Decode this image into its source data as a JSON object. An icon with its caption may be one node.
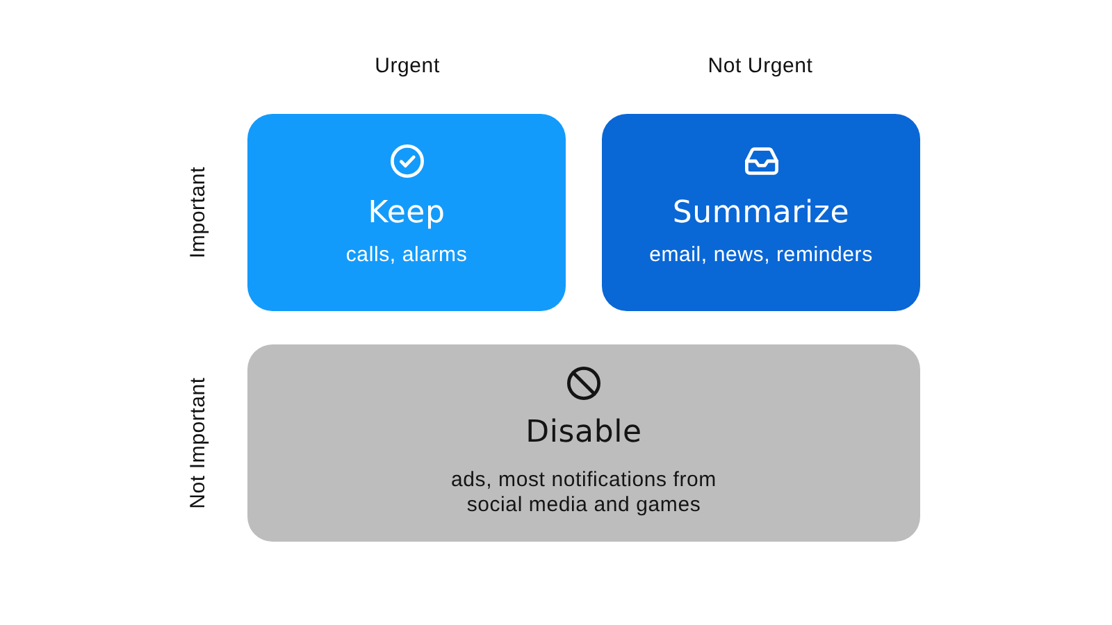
{
  "diagram": {
    "nodes": [
      {
        "text": [
          "Keep",
          "calls, alarms"
        ]
      },
      {
        "text": [
          "Summarize",
          "email, news, reminders"
        ]
      },
      {
        "text": [
          "Disable",
          "ads, most notifications from social media and games"
        ]
      }
    ],
    "labels": [
      "Urgent",
      "Not Urgent",
      "Important",
      "Not Important"
    ]
  }
}
